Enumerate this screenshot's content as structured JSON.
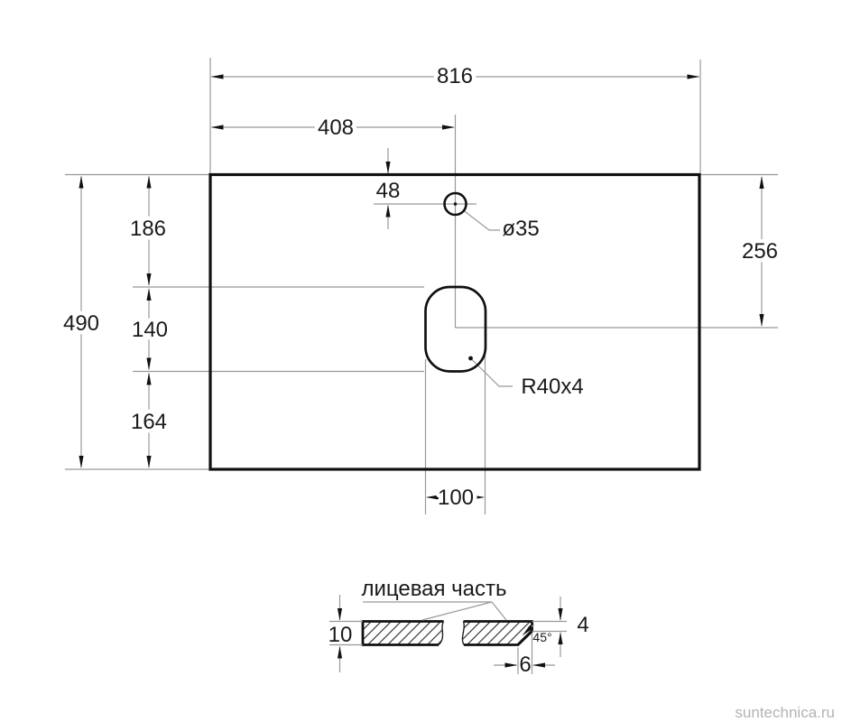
{
  "drawing": {
    "type": "technical-drawing",
    "subject": "countertop with faucet hole and sink cutout - plan view and edge section view",
    "units": "mm",
    "plan_view": {
      "overall_width": "816",
      "hole_center_from_left": "408",
      "hole_center_from_top": "48",
      "overall_depth": "490",
      "top_edge_to_cutout": "186",
      "cutout_length": "140",
      "cutout_to_bottom_edge": "164",
      "cutout_center_from_top_right": "256",
      "cutout_width": "100",
      "faucet_hole_diameter": "ø35",
      "cutout_corner_radius": "R40x4"
    },
    "section_view": {
      "face_side_label": "лицевая часть",
      "thickness": "10",
      "chamfer_height": "4",
      "chamfer_angle": "45°",
      "chamfer_depth": "6"
    },
    "watermark": "suntechnica.ru",
    "colors": {
      "outline": "#111111",
      "thin_line": "#999999",
      "text": "#1a1a1a",
      "watermark_text": "#b3b3b3"
    }
  }
}
